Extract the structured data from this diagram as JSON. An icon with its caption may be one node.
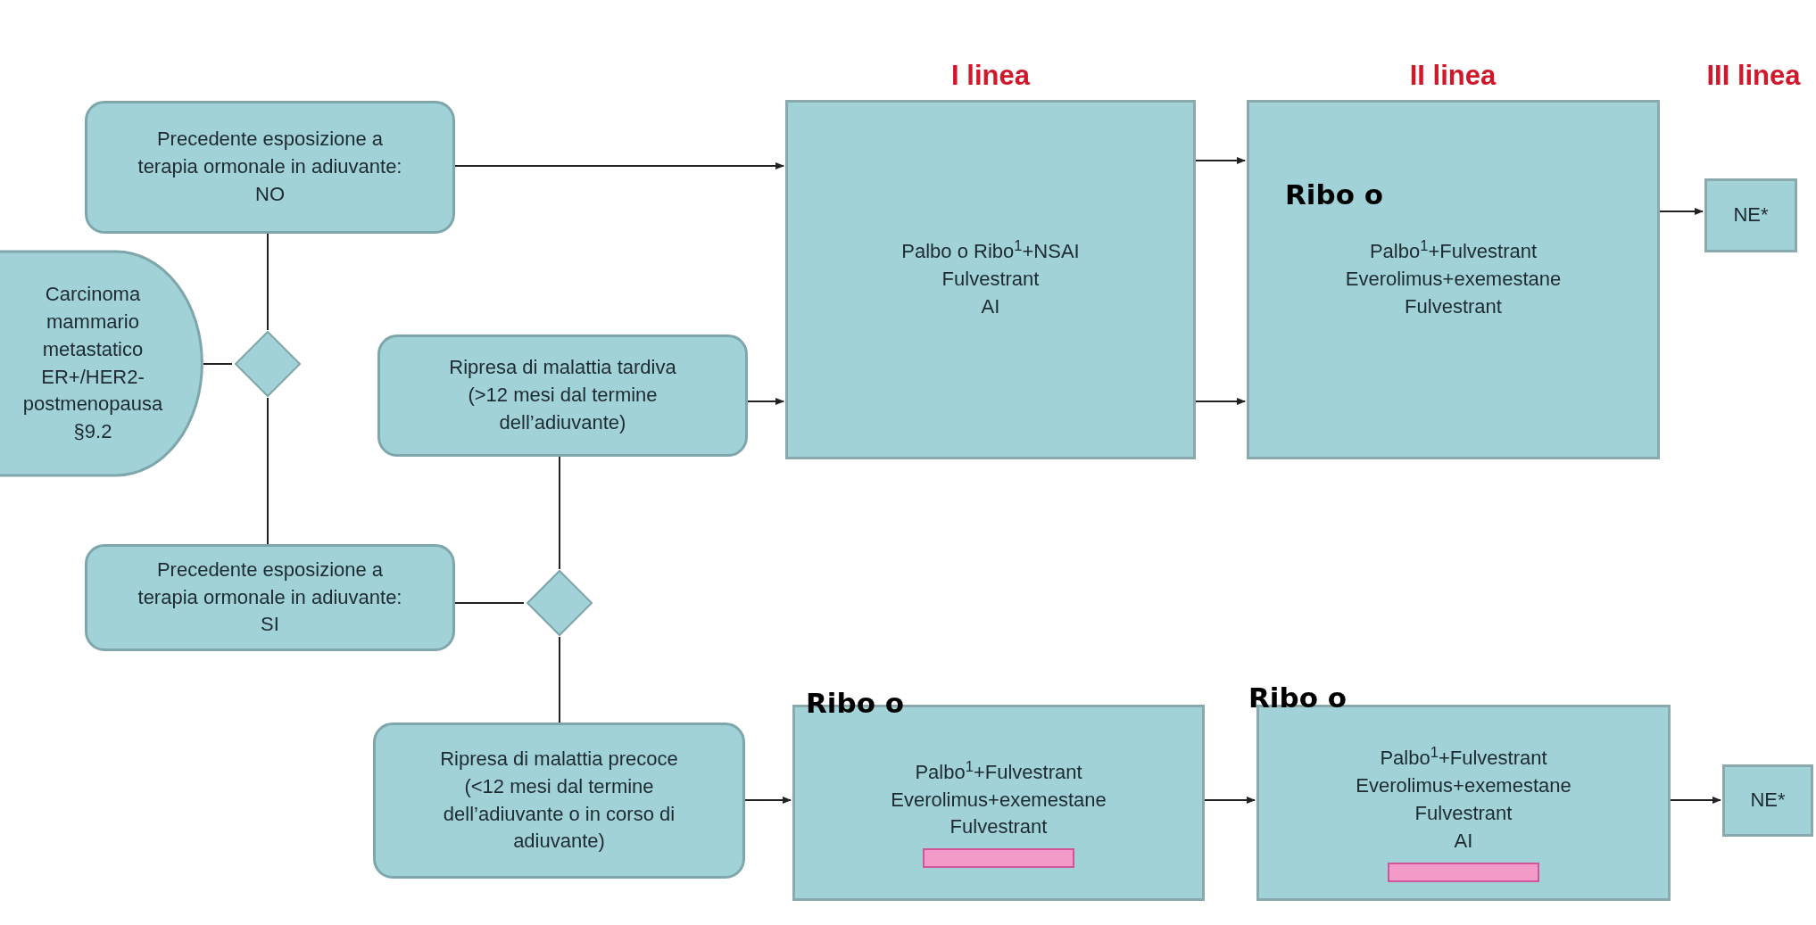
{
  "diagram": {
    "nodes": [
      {
        "text": [
          "Carcinoma mammario metastatico ER+/HER2- postmenopausa §9.2"
        ]
      },
      {
        "text": [],
        "shape": "diamond"
      },
      {
        "text": [
          "Precedente esposizione a terapia ormonale in adiuvante: NO"
        ]
      },
      {
        "text": [
          "Ripresa di malattia tardiva (>12 mesi dal termine dell’adiuvante)"
        ]
      },
      {
        "text": [
          "Precedente esposizione a terapia ormonale in adiuvante: SI"
        ]
      },
      {
        "text": [],
        "shape": "diamond"
      },
      {
        "text": [
          "Ripresa di malattia precoce (<12 mesi dal termine dell’adiuvante o in corso di adiuvante)"
        ]
      },
      {
        "text": [
          "Palbo o Ribo$^{1}$+NSAI",
          "Fulvestrant",
          "AI"
        ]
      },
      {
        "text": [
          "Ribo o",
          "Palbo$^{1}$+Fulvestrant",
          "Everolimus+exemestane",
          "Fulvestrant"
        ]
      },
      {
        "text": [
          "NE*"
        ]
      },
      {
        "text": [
          "Ribo o",
          "Palbo$^{1}$+Fulvestrant",
          "Everolimus+exemestane",
          "Fulvestrant"
        ]
      },
      {
        "text": [
          "Ribo o",
          "Palbo$^{1}$+Fulvestrant",
          "Everolimus+exemestane",
          "Fulvestrant",
          "AI"
        ]
      },
      {
        "text": [
          "NE*"
        ]
      }
    ],
    "edges": [
      {
        "from": 0,
        "to": 1,
        "arrow": "none"
      },
      {
        "from": 2,
        "to": 1,
        "arrow": "none"
      },
      {
        "from": 1,
        "to": 4,
        "arrow": "none"
      },
      {
        "from": 2,
        "to": 7,
        "arrow": "to"
      },
      {
        "from": 3,
        "to": 7,
        "arrow": "to"
      },
      {
        "from": 3,
        "to": 5,
        "arrow": "none"
      },
      {
        "from": 4,
        "to": 5,
        "arrow": "none"
      },
      {
        "from": 5,
        "to": 6,
        "arrow": "none"
      },
      {
        "from": 7,
        "to": 8,
        "arrow": "to"
      },
      {
        "from": 7,
        "to": 8,
        "arrow": "to"
      },
      {
        "from": 8,
        "to": 9,
        "arrow": "to"
      },
      {
        "from": 6,
        "to": 10,
        "arrow": "to"
      },
      {
        "from": 10,
        "to": 11,
        "arrow": "to"
      },
      {
        "from": 11,
        "to": 12,
        "arrow": "to"
      }
    ],
    "labels": [
      "I linea",
      "II linea",
      "III linea"
    ]
  }
}
